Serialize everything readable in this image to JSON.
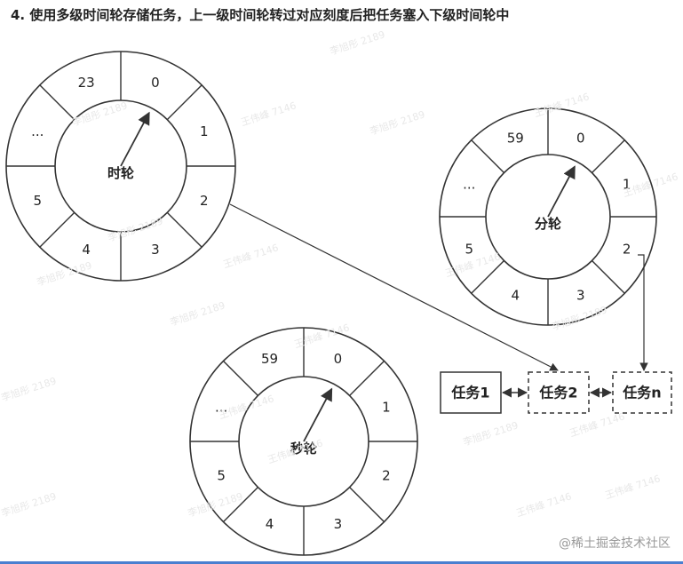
{
  "heading": "4. 使用多级时间轮存储任务，上一级时间轮转过对应刻度后把任务塞入下级时间轮中",
  "wheels": [
    {
      "id": "hour-wheel",
      "center_label": "时轮",
      "slot_labels": [
        "0",
        "1",
        "2",
        "3",
        "4",
        "5",
        "...",
        "23"
      ]
    },
    {
      "id": "minute-wheel",
      "center_label": "分轮",
      "slot_labels": [
        "0",
        "1",
        "2",
        "3",
        "4",
        "5",
        "...",
        "59"
      ]
    },
    {
      "id": "second-wheel",
      "center_label": "秒轮",
      "slot_labels": [
        "0",
        "1",
        "2",
        "3",
        "4",
        "5",
        "...",
        "59"
      ]
    }
  ],
  "tasks": [
    {
      "label": "任务1",
      "style": "solid"
    },
    {
      "label": "任务2",
      "style": "dashed"
    },
    {
      "label": "任务n",
      "style": "dashed"
    }
  ],
  "watermarks": [
    "李旭彤 2189",
    "王伟峰 7146"
  ],
  "brand": "@稀土掘金技术社区",
  "colors": {
    "stroke": "#333333",
    "text": "#222222",
    "watermark": "#e8e8e8",
    "brand": "#9a9a9a",
    "bottom_bar": "#4a7fd0"
  }
}
